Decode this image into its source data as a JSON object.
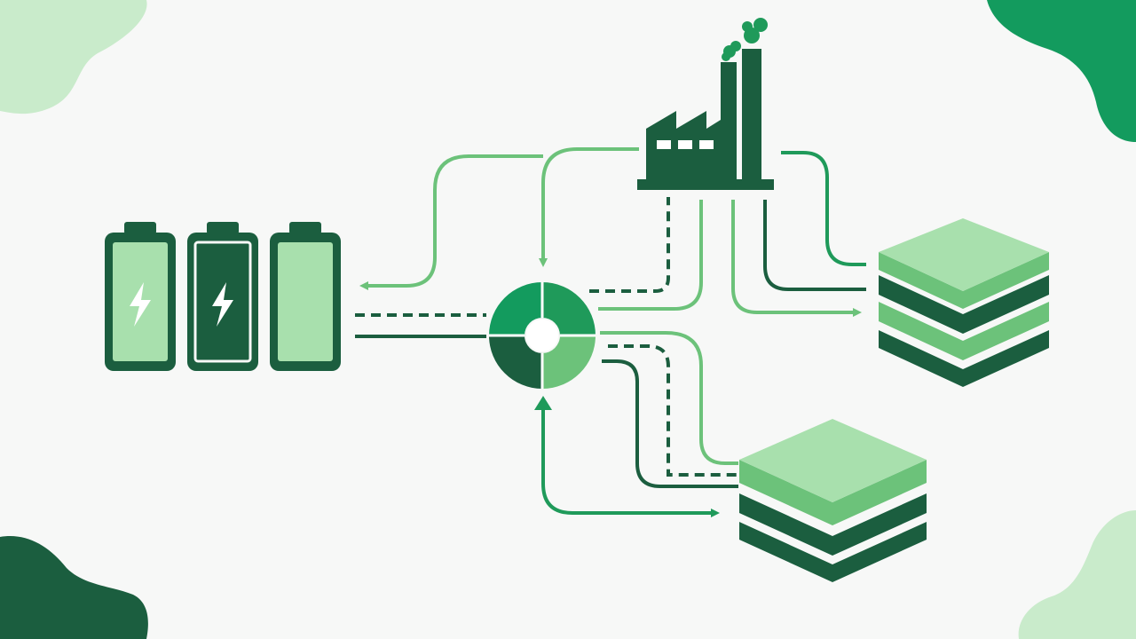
{
  "palette": {
    "background": "#f7f8f7",
    "dark_green": "#1b5e3f",
    "mid_green": "#1f9a5a",
    "light_green": "#6cc27a",
    "pale_green": "#a8e0ad",
    "blob_pale": "#c9ebcb",
    "blob_mid": "#139b5e",
    "blob_dark": "#1b5e3f",
    "white": "#ffffff"
  },
  "icons": {
    "factory": "factory-icon",
    "battery": "battery-icon",
    "bolt": "lightning-bolt-icon",
    "hub": "donut-hub-icon",
    "stack": "layered-stack-icon"
  },
  "batteries": [
    {
      "name": "battery-1",
      "charge": "charged",
      "style": "light"
    },
    {
      "name": "battery-2",
      "charge": "charged",
      "style": "dark"
    },
    {
      "name": "battery-3",
      "charge": "empty",
      "style": "light"
    }
  ],
  "hub_segments": 4,
  "stacks": [
    {
      "name": "upper-stack",
      "layers": 4
    },
    {
      "name": "lower-stack",
      "layers": 3
    }
  ]
}
